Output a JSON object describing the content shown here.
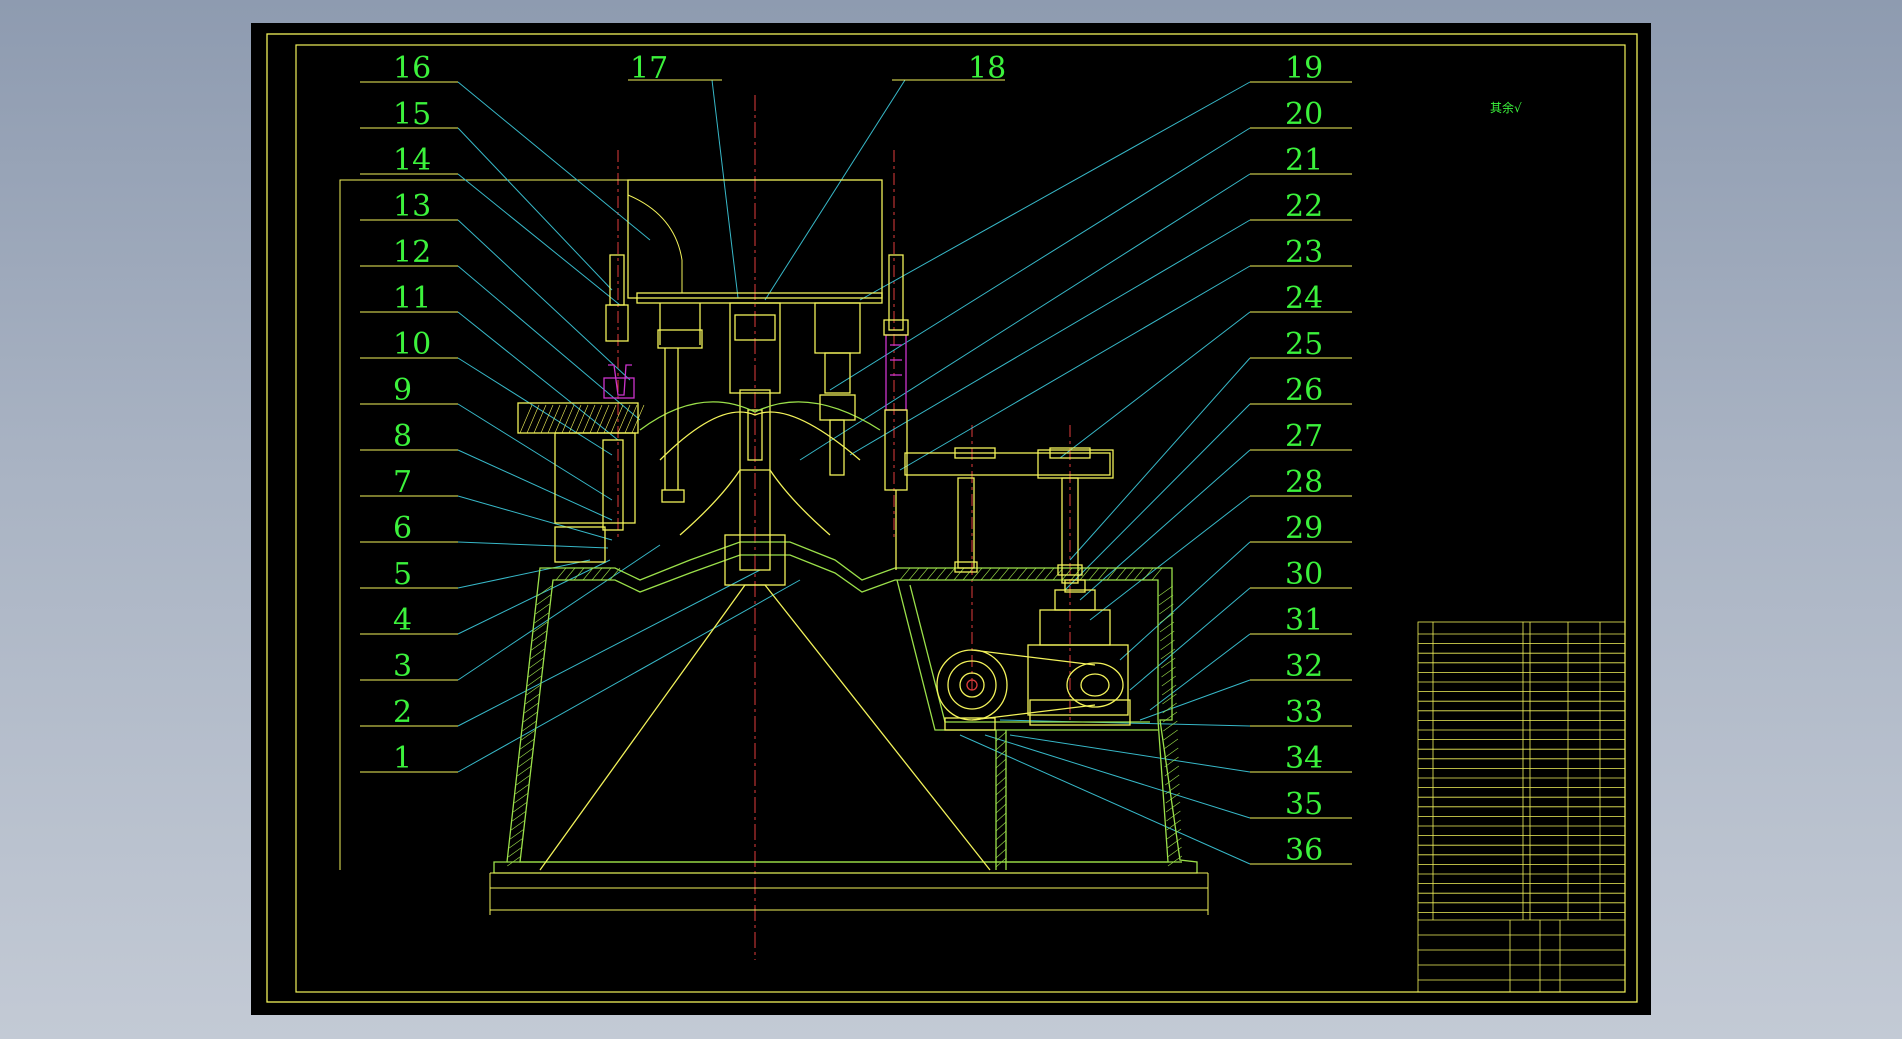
{
  "drawing": {
    "left_labels": [
      "16",
      "15",
      "14",
      "13",
      "12",
      "11",
      "10",
      "9",
      "8",
      "7",
      "6",
      "5",
      "4",
      "3",
      "2",
      "1"
    ],
    "top_labels": [
      "17",
      "18"
    ],
    "right_labels": [
      "19",
      "20",
      "21",
      "22",
      "23",
      "24",
      "25",
      "26",
      "27",
      "28",
      "29",
      "30",
      "31",
      "32",
      "33",
      "34",
      "35",
      "36"
    ],
    "roughness_note": "其余√",
    "colors": {
      "frame": "#f2f25a",
      "outline": "#9be04a",
      "leader": "#37b8c8",
      "center": "#e03c3c",
      "label": "#3cf23c",
      "accent": "#cc33cc",
      "gray": "#8a8a8a"
    }
  }
}
